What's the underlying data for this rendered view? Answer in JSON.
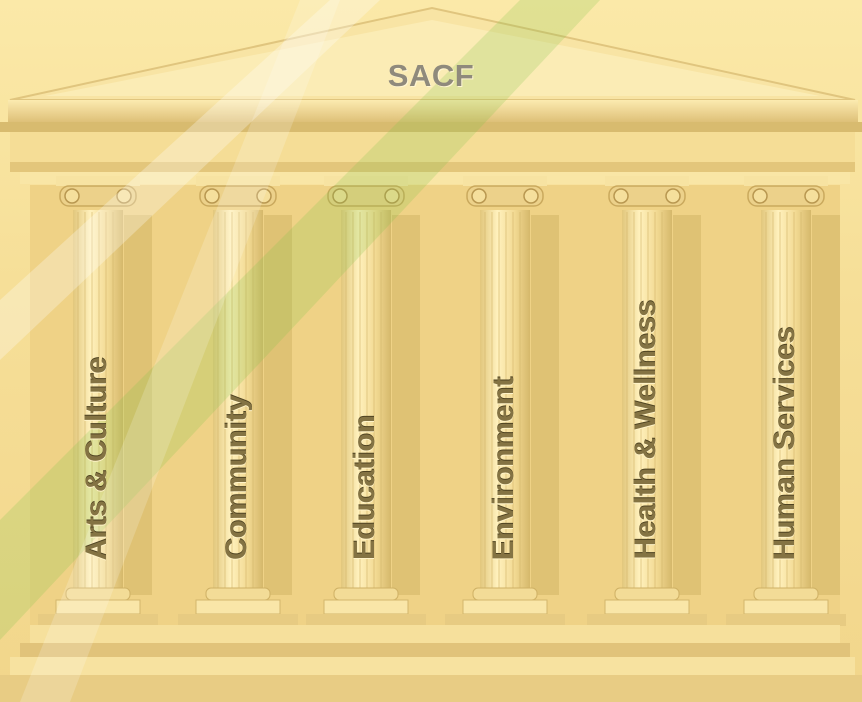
{
  "title": "SACF",
  "pillars": [
    {
      "label": "Arts & Culture"
    },
    {
      "label": "Community"
    },
    {
      "label": "Education"
    },
    {
      "label": "Environment"
    },
    {
      "label": "Health & Wellness"
    },
    {
      "label": "Human Services"
    }
  ],
  "colors": {
    "stone": "#f6df98",
    "stone_shadow": "#d9bd6f",
    "title_text": "#8f8a7c",
    "label_text": "#847343",
    "light_beam": "#7fc24a"
  }
}
